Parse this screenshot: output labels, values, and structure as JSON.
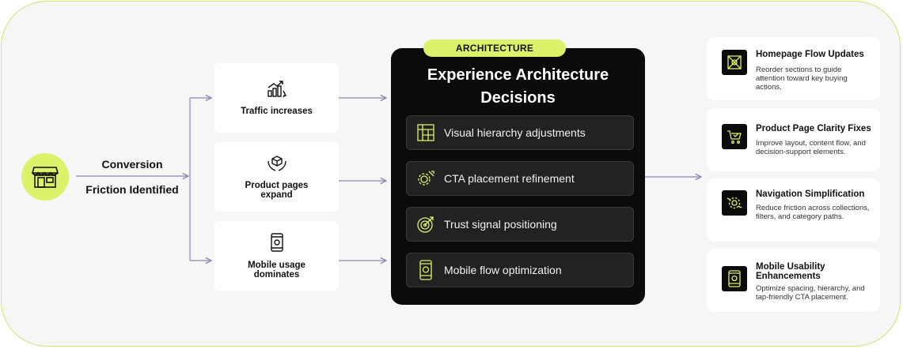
{
  "source": {
    "icon": "storefront-icon",
    "line1": "Conversion",
    "line2": "Friction Identified"
  },
  "triggers": [
    {
      "icon": "chart-growth-icon",
      "label": "Traffic increases"
    },
    {
      "icon": "box-hands-icon",
      "label": "Product pages expand"
    },
    {
      "icon": "smartphone-icon",
      "label": "Mobile usage dominates"
    }
  ],
  "architecture": {
    "badge": "ARCHITECTURE",
    "title": "Experience Architecture Decisions",
    "items": [
      {
        "icon": "layout-grid-icon",
        "label": "Visual hierarchy adjustments"
      },
      {
        "icon": "gear-cursor-icon",
        "label": "CTA placement refinement"
      },
      {
        "icon": "target-icon",
        "label": "Trust signal positioning"
      },
      {
        "icon": "mobile-flow-icon",
        "label": "Mobile flow optimization"
      }
    ]
  },
  "outcomes": [
    {
      "icon": "homepage-flow-icon",
      "title": "Homepage Flow Updates",
      "desc": "Reorder sections to guide attention toward key buying actions."
    },
    {
      "icon": "cart-check-icon",
      "title": "Product Page Clarity Fixes",
      "desc": "Improve layout, content flow, and decision-support elements."
    },
    {
      "icon": "navigation-cog-icon",
      "title": "Navigation Simplification",
      "desc": "Reduce friction across collections, filters, and category paths."
    },
    {
      "icon": "mobile-usability-icon",
      "title": "Mobile Usability Enhancements",
      "desc": "Optimize spacing, hierarchy, and tap-friendly CTA placement."
    }
  ],
  "colors": {
    "accent": "#dcf26a",
    "dark": "#0b0b0b",
    "connector": "#8a8ab0"
  }
}
